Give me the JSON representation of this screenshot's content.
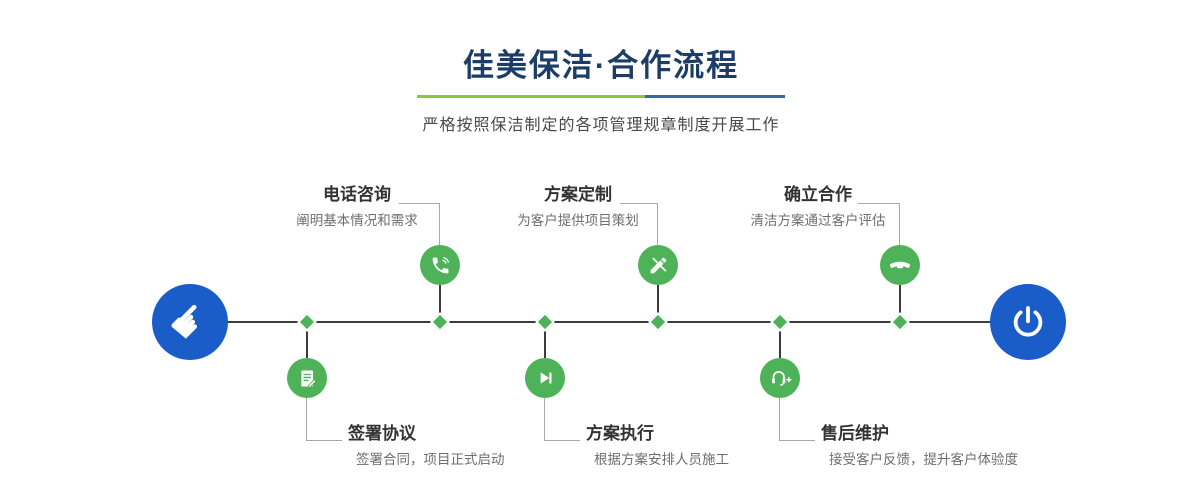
{
  "header": {
    "title": "佳美保洁·合作流程",
    "subtitle": "严格按照保洁制定的各项管理规章制度开展工作"
  },
  "timeline": {
    "start_icon": "pointing-hand-icon",
    "start_glyph": "☛",
    "end_icon": "power-icon"
  },
  "steps": [
    {
      "title": "电话咨询",
      "desc": "阐明基本情况和需求",
      "icon": "phone-icon",
      "row": "top"
    },
    {
      "title": "方案定制",
      "desc": "为客户提供项目策划",
      "icon": "pencil-ruler-icon",
      "row": "top"
    },
    {
      "title": "确立合作",
      "desc": "清洁方案通过客户评估",
      "icon": "handshake-icon",
      "row": "top"
    },
    {
      "title": "签署协议",
      "desc": "签署合同，项目正式启动",
      "icon": "contract-icon",
      "row": "bottom"
    },
    {
      "title": "方案执行",
      "desc": "根据方案安排人员施工",
      "icon": "play-icon",
      "row": "bottom"
    },
    {
      "title": "售后维护",
      "desc": "接受客户反馈，提升客户体验度",
      "icon": "headset-icon",
      "row": "bottom"
    }
  ],
  "colors": {
    "title_navy": "#1c3e66",
    "node_green": "#4eb258",
    "node_blue": "#1a5dc8",
    "divider_green": "#8cc63e",
    "divider_blue": "#2e6ca6",
    "axis_dark": "#3c3c3c"
  }
}
